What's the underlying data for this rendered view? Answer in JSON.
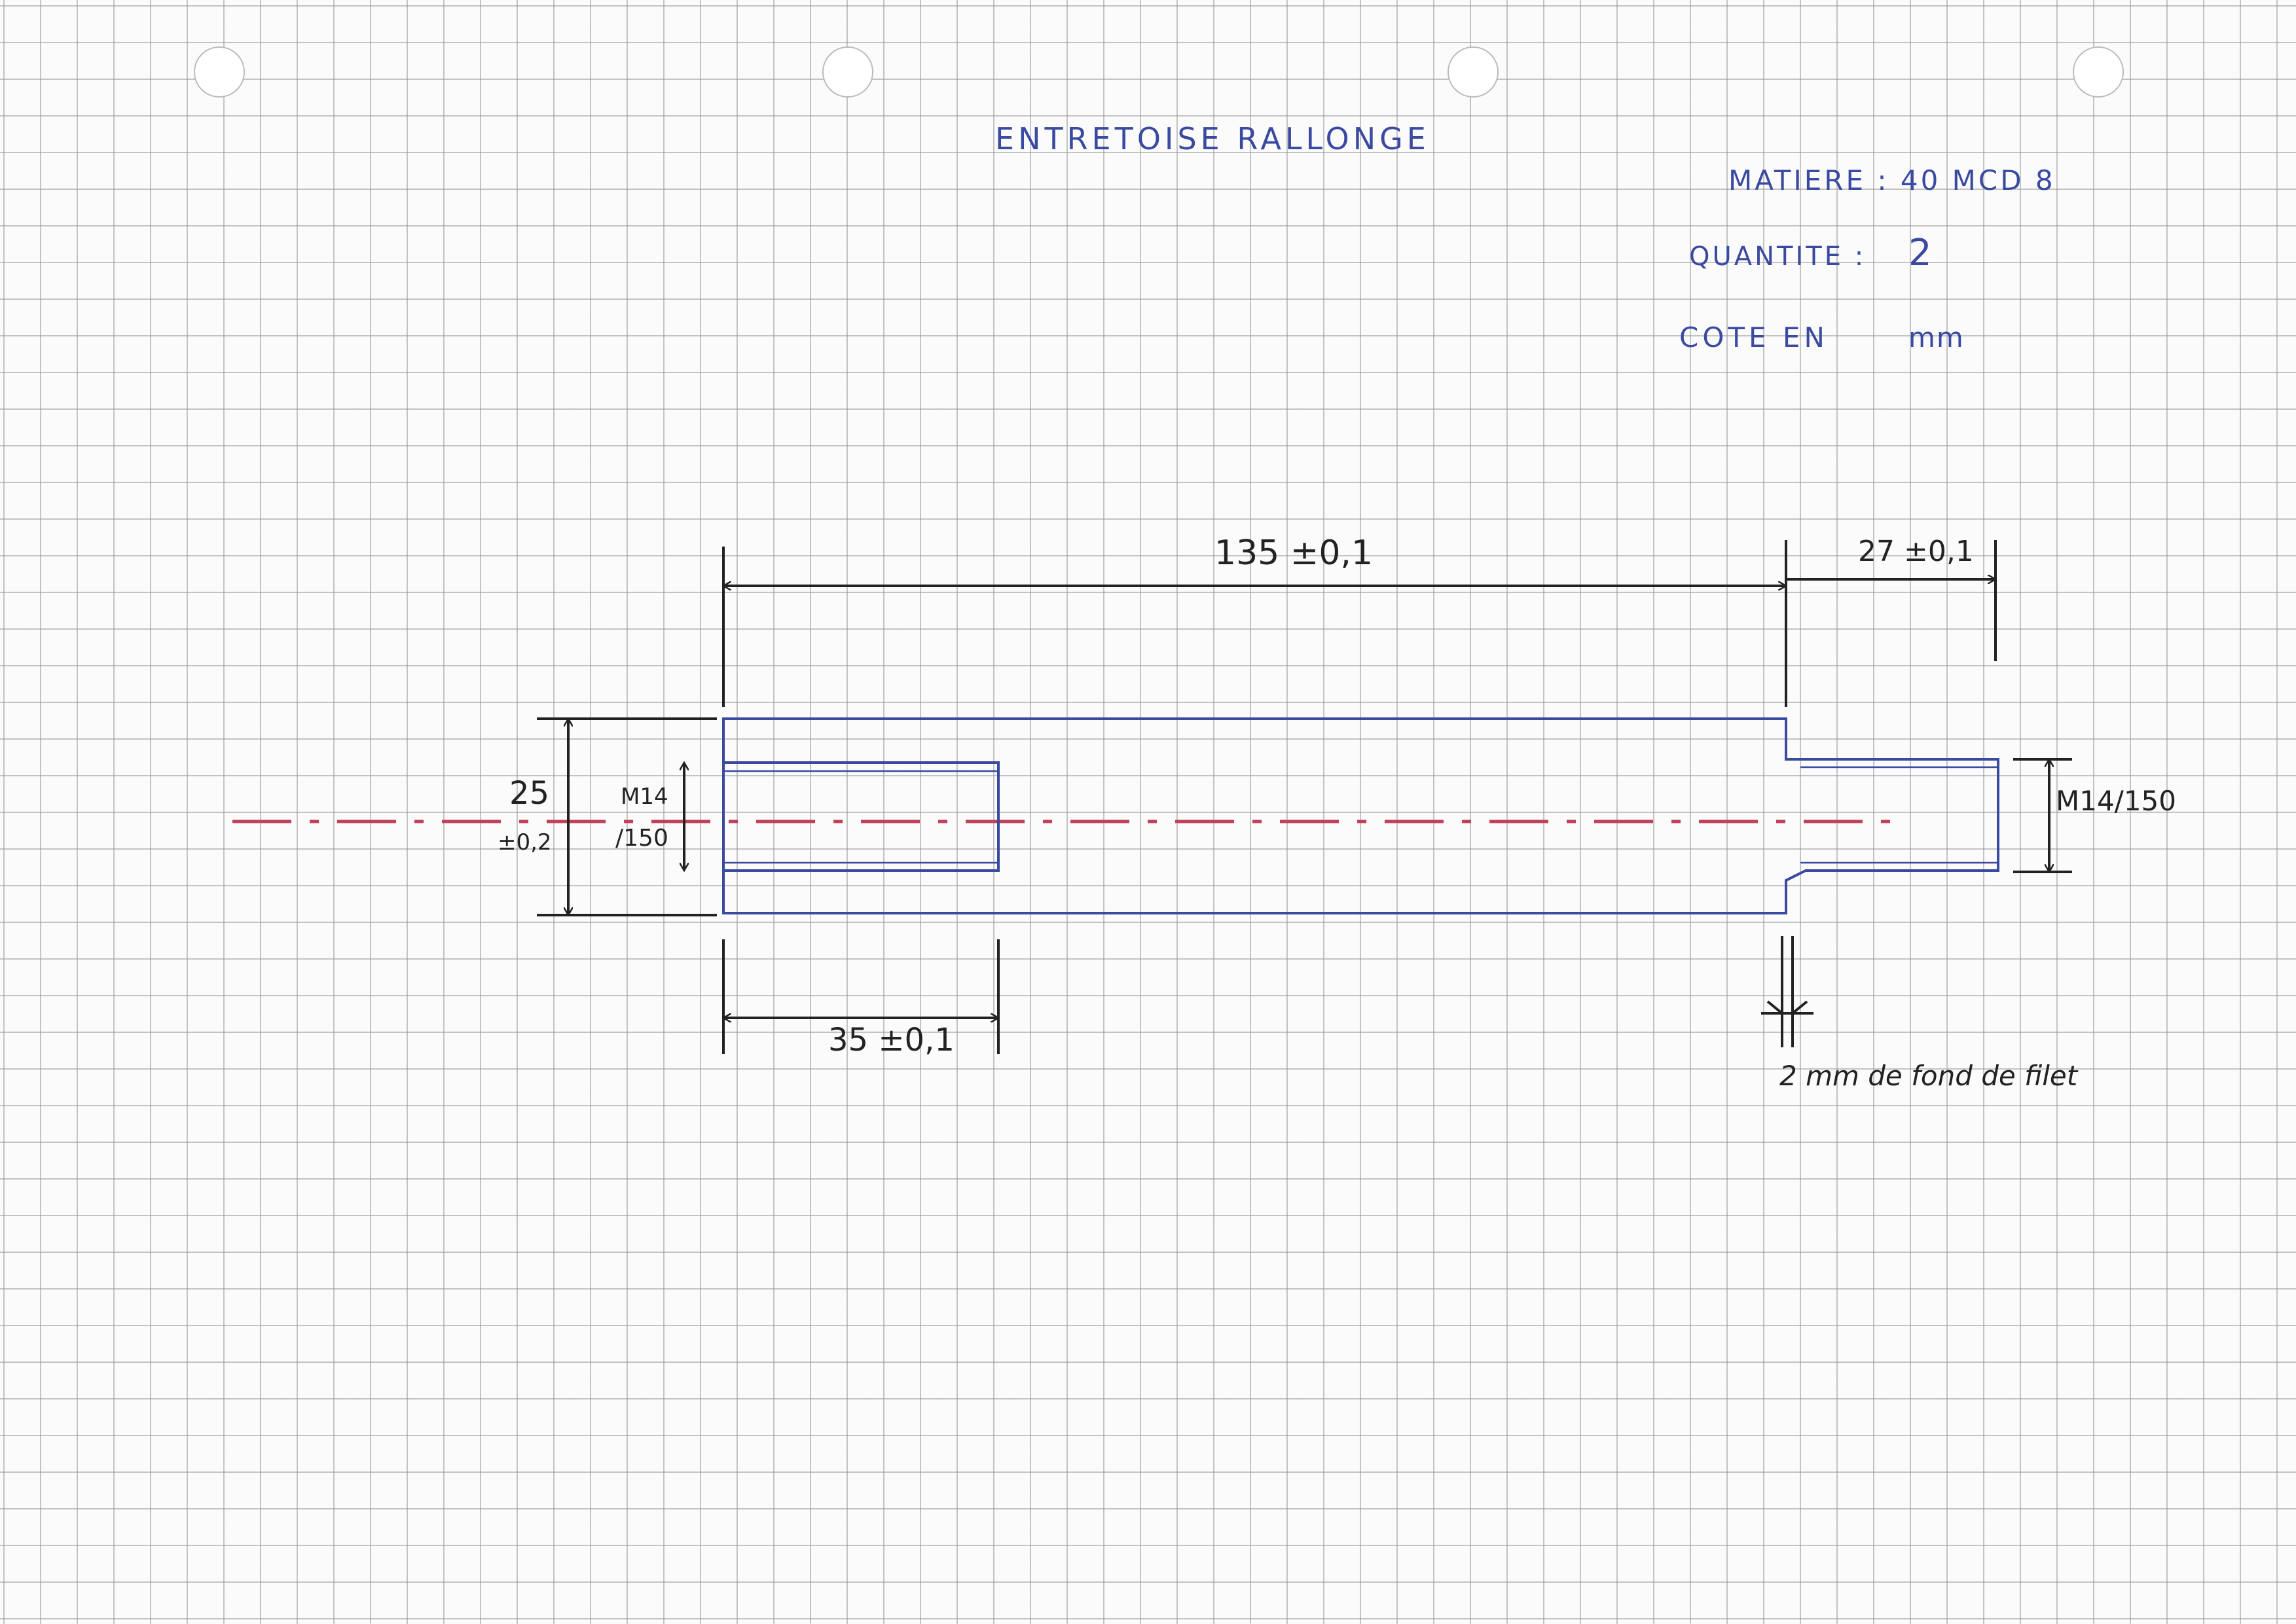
{
  "title": "ENTRETOISE RALLONGE",
  "specs": {
    "material": "MATIERE : 40 MCD 8",
    "quantity_label": "QUANTITE :",
    "quantity_value": "2",
    "units_label": "COTE EN",
    "units_value": "mm"
  },
  "dimensions": {
    "overall_length": "135 ±0,1",
    "spigot_length": "27 ±0,1",
    "outer_diameter": "25",
    "outer_diameter_tol": "±0,2",
    "inner_thread_a": "M14",
    "inner_thread_b": "/150",
    "bore_depth": "35 ±0,1",
    "spigot_thread": "M14/150",
    "thread_runout_note": "2 mm de fond de filet"
  },
  "colors": {
    "part_outline": "#3a4aa0",
    "dimension_lines": "#222222",
    "centerline": "#c0415a",
    "grid": "#9a9a9a",
    "handwriting_blue": "#3a4aa0"
  }
}
